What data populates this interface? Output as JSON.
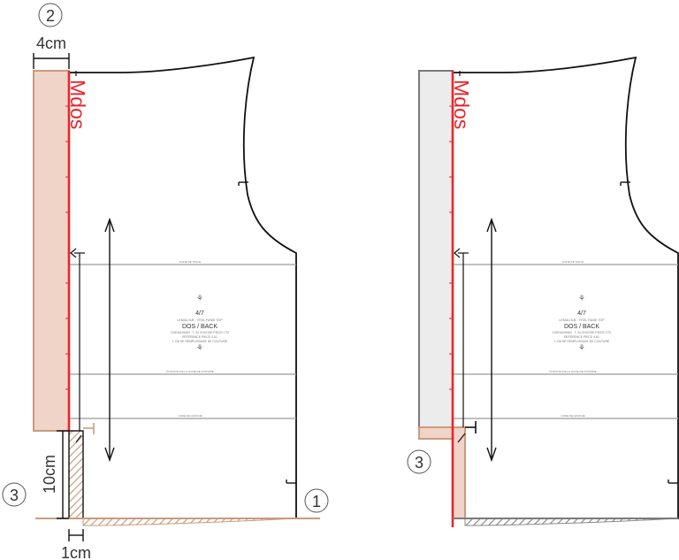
{
  "left_panel": {
    "step_2": "2",
    "width_label": "4cm",
    "seam_label": "Mdos",
    "step_3": "3",
    "height_label": "10cm",
    "step_1": "1",
    "bottom_width_label": "1cm",
    "piece_number": "4/7",
    "piece_title": "DOS / BACK",
    "piece_subtitle": "LEMALOUK · FEEL FANIE TOP",
    "piece_note_1": "CISEAUXBAN · T. 34 CHOOSE PIECE CTX",
    "piece_note_2": "REFERENCE PIECE 4 A1",
    "piece_note_3": "1 CM DE REMPLISSAGE DE COUTURE",
    "line_note_1": "LIGNE DE TAILLE",
    "line_note_2": "POSITION DE LA LIGNE DE POITRINE",
    "line_note_3": "LIGNE DE HANCHE"
  },
  "right_panel": {
    "seam_label": "Mdos",
    "step_3": "3",
    "piece_number": "4/7",
    "piece_title": "DOS / BACK",
    "piece_subtitle": "LEMALOUK · FEEL FANIE TOP",
    "piece_note_1": "CISEAUXBAN · T. 34 CHOOSE PIECE CTX",
    "piece_note_2": "REFERENCE PIECE 4 A1",
    "piece_note_3": "1 CM DE REMPLISSAGE DE COUTURE",
    "line_note_1": "LIGNE DE TAILLE",
    "line_note_2": "POSITION DE LA LIGNE DE POITRINE",
    "line_note_3": "LIGNE DE HANCHE"
  },
  "colors": {
    "seam_red": "#e8262b",
    "facing_fill": "#f0d4c8",
    "facing_stroke": "#c99b7e",
    "grey_fill": "#ececec",
    "grey_stroke": "#7a7a7a",
    "outline": "#111111",
    "guide_line": "#9a9a9a"
  }
}
